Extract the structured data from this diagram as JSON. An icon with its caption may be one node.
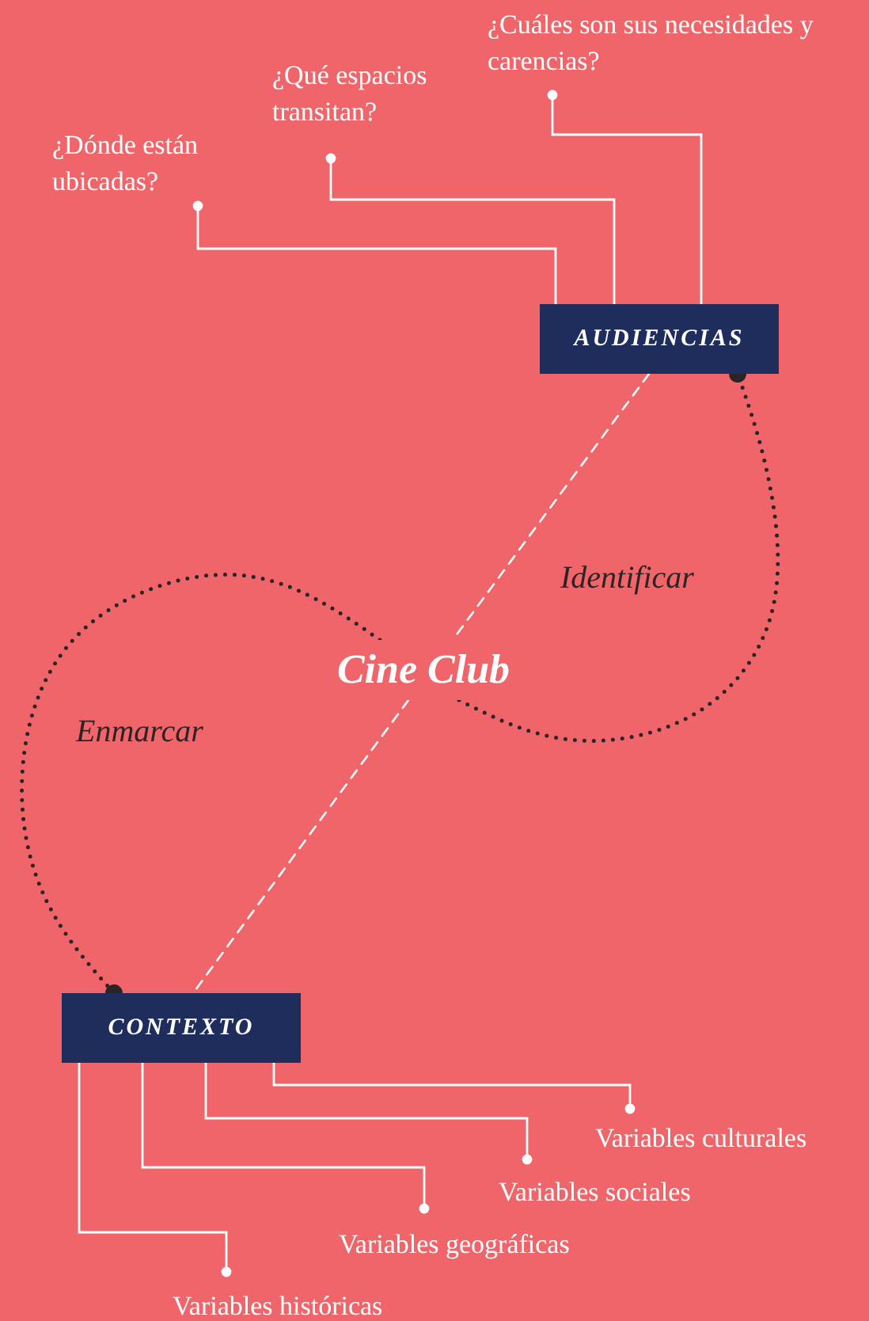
{
  "diagram": {
    "nodes": [
      {
        "text": [
          "AUDIENCIAS"
        ]
      },
      {
        "text": [
          "CONTEXTO"
        ]
      },
      {
        "text": [
          "Cine Club"
        ]
      },
      {
        "text": [
          "¿Dónde están ubicadas?"
        ]
      },
      {
        "text": [
          "¿Qué espacios transitan?"
        ]
      },
      {
        "text": [
          "¿Cuáles son sus necesidades y carencias?"
        ]
      },
      {
        "text": [
          "Variables culturales"
        ]
      },
      {
        "text": [
          "Variables sociales"
        ]
      },
      {
        "text": [
          "Variables geográficas"
        ]
      },
      {
        "text": [
          "Variables históricas"
        ]
      }
    ],
    "edges": [
      {
        "from": 0,
        "to": 3,
        "arrow": "other"
      },
      {
        "from": 0,
        "to": 4,
        "arrow": "other"
      },
      {
        "from": 0,
        "to": 5,
        "arrow": "other"
      },
      {
        "from": 0,
        "to": 2,
        "arrow": "none",
        "style": "dashed"
      },
      {
        "from": 2,
        "to": 0,
        "arrow": "other",
        "style": "dashed",
        "color": "#2a2426"
      },
      {
        "from": 2,
        "to": 1,
        "arrow": "other",
        "style": "dashed",
        "color": "#2a2426"
      },
      {
        "from": 1,
        "to": 6,
        "arrow": "other"
      },
      {
        "from": 1,
        "to": 7,
        "arrow": "other"
      },
      {
        "from": 1,
        "to": 8,
        "arrow": "other"
      },
      {
        "from": 1,
        "to": 9,
        "arrow": "other"
      },
      {
        "from": 2,
        "to": 1,
        "arrow": "none",
        "style": "dashed"
      }
    ],
    "labels": [
      "Identificar",
      "Enmarcar"
    ]
  }
}
